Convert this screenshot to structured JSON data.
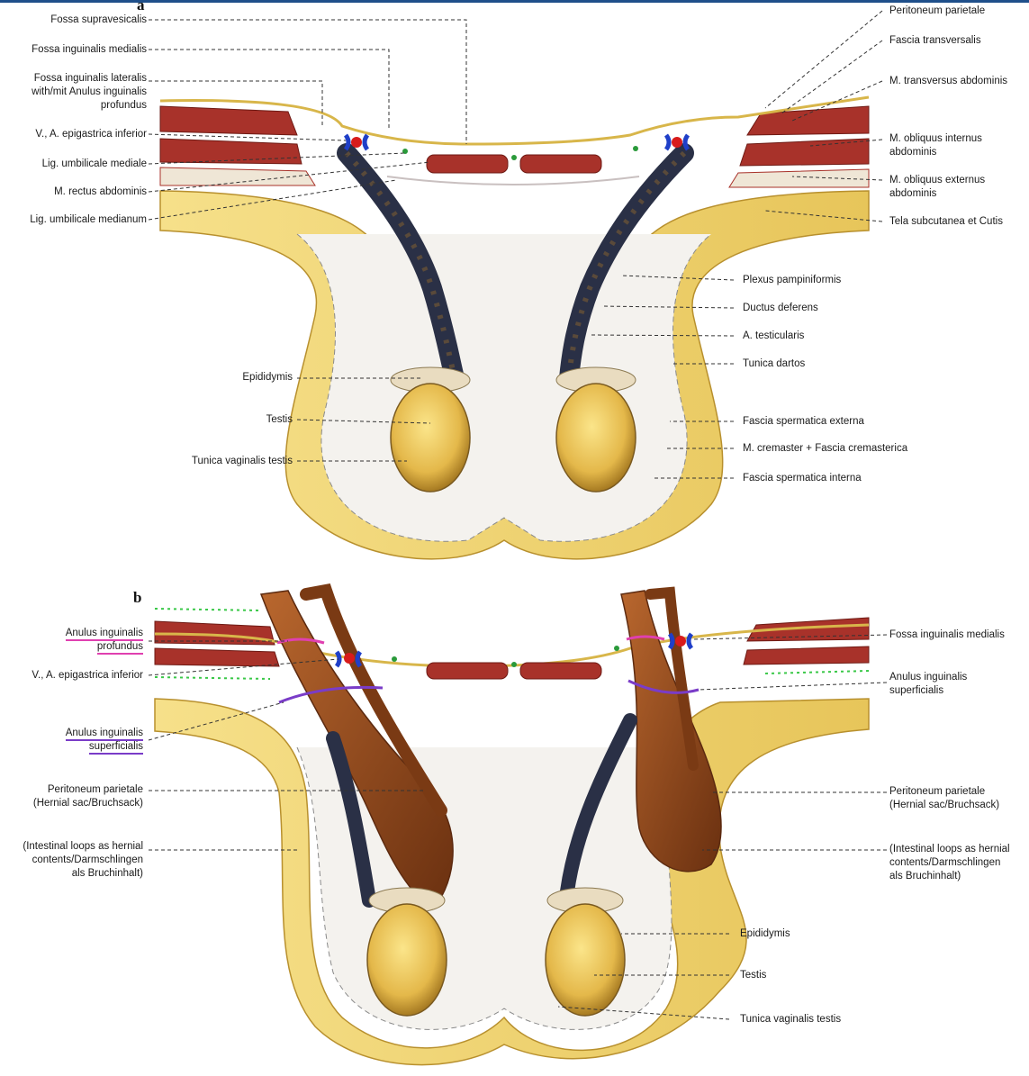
{
  "colors": {
    "skin": "#f3dc7a",
    "skin_edge": "#c9a23a",
    "muscle": "#a8322a",
    "muscle_dark": "#6e1a14",
    "testis": "#e9c152",
    "testis_dark": "#b9882a",
    "plexus": "#2a3046",
    "hernia": "#9a5324",
    "hernia_dark": "#5c2a10",
    "vessel_blue": "#1f3fc8",
    "vessel_red": "#d81b1b",
    "pink_marker": "#e040b0",
    "violet_marker": "#7a3cc8",
    "green_dot": "#2a9a3a"
  },
  "panel_a": {
    "letter": "a",
    "left_labels": [
      "Fossa supravesicalis",
      "Fossa inguinalis medialis",
      "Fossa inguinalis lateralis",
      "with/mit Anulus inguinalis",
      "profundus",
      "V., A. epigastrica inferior",
      "Lig. umbilicale mediale",
      "M. rectus abdominis",
      "Lig. umbilicale medianum",
      "Epididymis",
      "Testis",
      "Tunica vaginalis testis"
    ],
    "right_labels": [
      "Peritoneum parietale",
      "Fascia transversalis",
      "M. transversus abdominis",
      "M. obliquus internus",
      "abdominis",
      "M. obliquus externus",
      "abdominis",
      "Tela subcutanea et Cutis",
      "Plexus pampiniformis",
      "Ductus deferens",
      "A. testicularis",
      "Tunica dartos",
      "Fascia spermatica externa",
      "M. cremaster + Fascia cremasterica",
      "Fascia spermatica interna"
    ]
  },
  "panel_b": {
    "letter": "b",
    "left_labels": [
      "Anulus inguinalis",
      "profundus",
      "V., A. epigastrica inferior",
      "Anulus inguinalis",
      "superficialis",
      "Peritoneum parietale",
      "(Hernial sac/Bruchsack)",
      "(Intestinal loops as hernial",
      "contents/Darmschlingen",
      "als Bruchinhalt)"
    ],
    "right_labels": [
      "Fossa inguinalis medialis",
      "Anulus inguinalis",
      "superficialis",
      "Peritoneum parietale",
      "(Hernial sac/Bruchsack)",
      "(Intestinal loops as hernial",
      "contents/Darmschlingen",
      "als Bruchinhalt)",
      "Epididymis",
      "Testis",
      "Tunica vaginalis testis"
    ]
  }
}
